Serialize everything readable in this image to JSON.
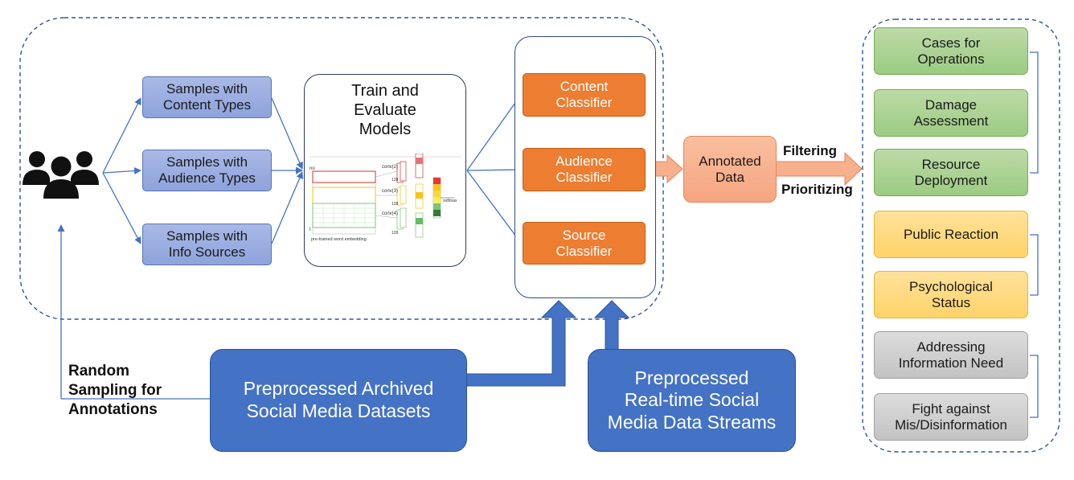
{
  "samples": [
    {
      "text": "Samples with\nContent Types"
    },
    {
      "text": "Samples with\nAudience Types"
    },
    {
      "text": "Samples with\nInfo Sources"
    }
  ],
  "train": {
    "title": "Train and\nEvaluate\nModels",
    "model": {
      "conv_labels": [
        "conv(2)",
        "conv(3)",
        "conv(4)"
      ],
      "dim_labels": [
        "128",
        "128",
        "128"
      ],
      "softmax_label": "softmax",
      "embedding_label": "pre-trained word embedding"
    }
  },
  "classifiers": [
    {
      "text": "Content\nClassifier"
    },
    {
      "text": "Audience\nClassifier"
    },
    {
      "text": "Source\nClassifier"
    }
  ],
  "annotated": {
    "text": "Annotated\nData"
  },
  "filtering_label": "Filtering",
  "prioritizing_label": "Prioritizing",
  "categories": [
    {
      "text": "Cases for\nOperations",
      "group": "green"
    },
    {
      "text": "Damage\nAssessment",
      "group": "green"
    },
    {
      "text": "Resource\nDeployment",
      "group": "green"
    },
    {
      "text": "Public Reaction",
      "group": "yellow"
    },
    {
      "text": "Psychological\nStatus",
      "group": "yellow"
    },
    {
      "text": "Addressing\nInformation Need",
      "group": "gray"
    },
    {
      "text": "Fight against\nMis/Disinformation",
      "group": "gray"
    }
  ],
  "random_sampling_label": "Random\nSampling for\nAnnotations",
  "archived": {
    "text": "Preprocessed Archived\nSocial Media Datasets"
  },
  "realtime": {
    "text": "Preprocessed\nReal-time Social\nMedia Data Streams"
  },
  "colors": {
    "sample_blue": "#8ea3dc",
    "classifier_orange": "#ed7d31",
    "annotated_salmon": "#f5a57f",
    "green": "#9ccb82",
    "yellow": "#ffd36a",
    "gray": "#c3c3c3",
    "dark_blue": "#4472c4"
  }
}
